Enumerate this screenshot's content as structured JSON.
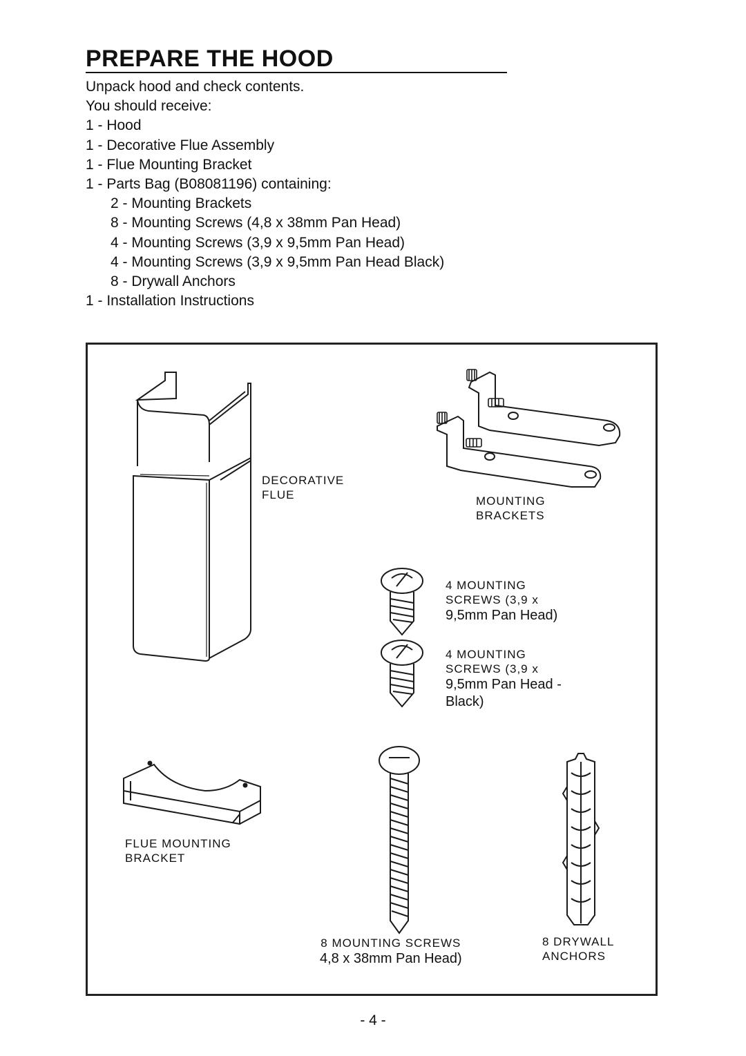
{
  "page": {
    "title": "PREPARE THE HOOD",
    "page_number": "- 4 -"
  },
  "intro": [
    "Unpack hood and check contents.",
    "You should receive:",
    "1 - Hood",
    "1 - Decorative Flue Assembly",
    "1 - Flue Mounting Bracket",
    "1 - Parts Bag (B08081196) containing:"
  ],
  "parts_bag": [
    "2 - Mounting Brackets",
    "8 - Mounting Screws (4,8 x 38mm Pan Head)",
    "4 - Mounting Screws (3,9 x 9,5mm Pan Head)",
    "4 - Mounting Screws (3,9 x 9,5mm Pan Head Black)",
    "8 - Drywall Anchors"
  ],
  "closing": "1 - Installation Instructions",
  "figure": {
    "decorative_flue": [
      "DECORATIVE",
      "FLUE"
    ],
    "mounting_brackets": [
      "MOUNTING",
      "BRACKETS"
    ],
    "small_screws": [
      "4 MOUNTING",
      "SCREWS (3,9 x",
      "9,5mm Pan Head)"
    ],
    "black_screws": [
      "4 MOUNTING",
      "SCREWS (3,9 x",
      "9,5mm Pan Head -",
      "Black)"
    ],
    "flue_bracket": [
      "FLUE MOUNTING",
      "BRACKET"
    ],
    "long_screws": [
      "8 MOUNTING SCREWS",
      "4,8 x 38mm Pan Head)"
    ],
    "anchors": [
      "8 DRYWALL",
      "ANCHORS"
    ]
  }
}
